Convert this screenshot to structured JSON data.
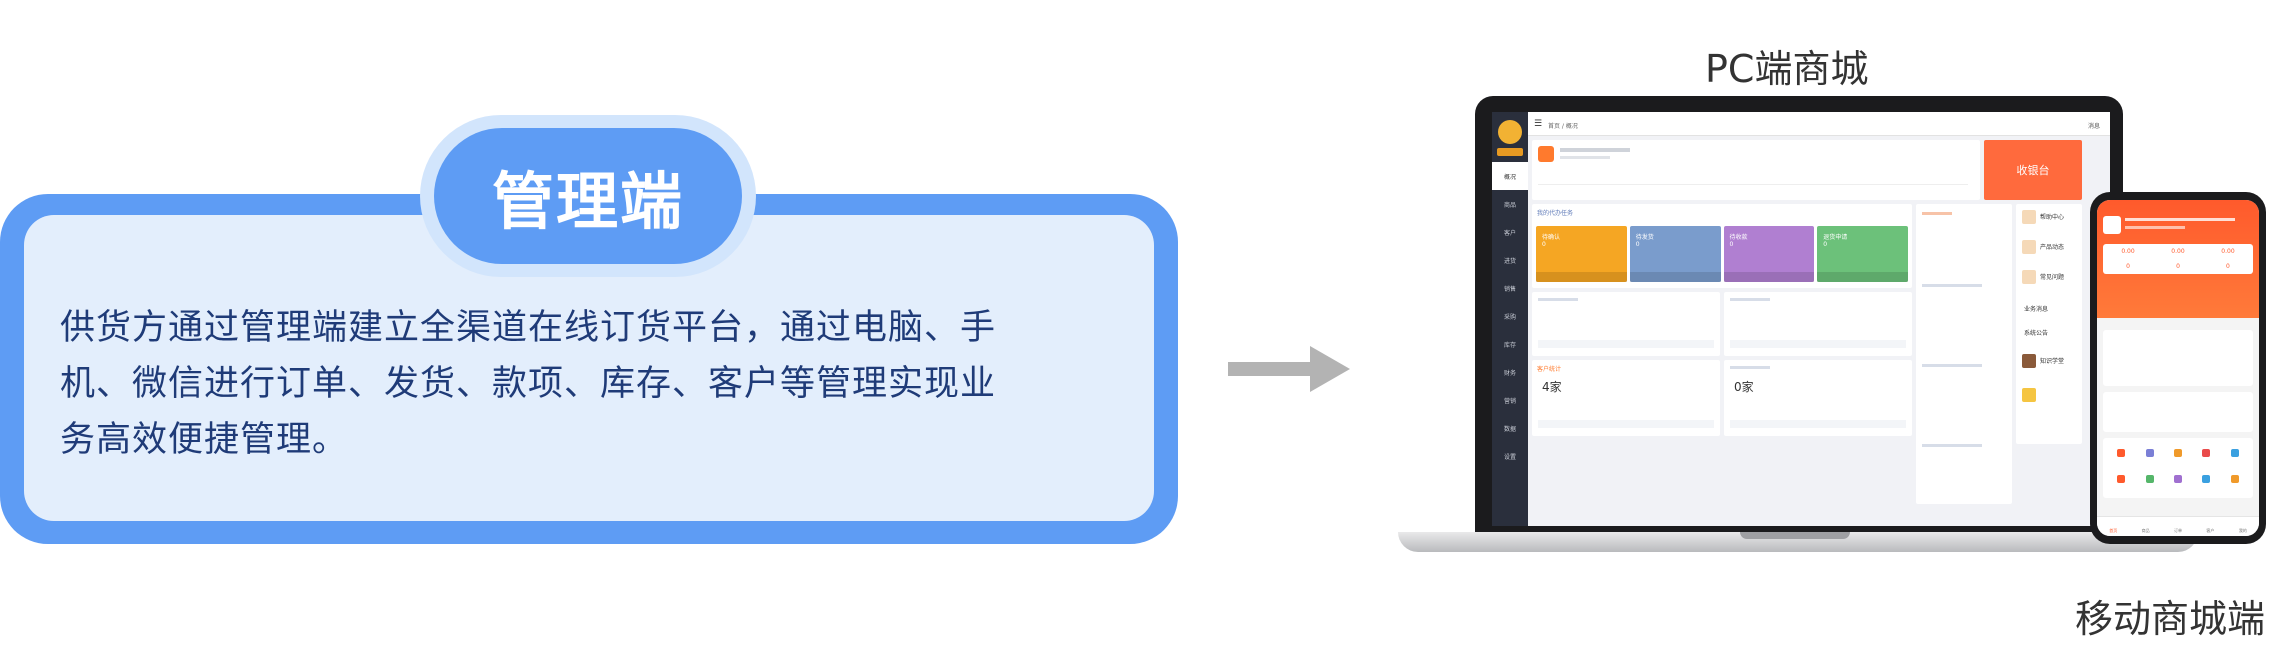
{
  "card": {
    "tag": "管理端",
    "lines": [
      "供货方通过管理端建立全渠道在线订货平台，通过电脑、手",
      "机、微信进行订单、发货、款项、库存、客户等管理实现业",
      "务高效便捷管理。"
    ]
  },
  "captions": {
    "pc": "PC端商城",
    "mobile": "移动商城端"
  },
  "colors": {
    "card_blue": "#5e9cf4",
    "card_fill": "#e3eefc",
    "desc_text": "#1f3b78",
    "arrow": "#b3b3b3",
    "cashier_orange": "#ff6a3d",
    "tile_orange": "#f5a623",
    "tile_blue": "#7a9ccc",
    "tile_purple": "#b07fd1",
    "tile_green": "#6cc17a"
  },
  "pc_screen": {
    "sidebar": [
      "概况",
      "商品",
      "客户",
      "进货",
      "销售",
      "采购",
      "库存",
      "财务",
      "营销",
      "数据",
      "设置"
    ],
    "breadcrumb": "首页 / 概况",
    "topbar_right": "消息",
    "cashier": "收银台",
    "tasks_title": "我的代办任务",
    "tiles": [
      "待确认",
      "待发货",
      "待收款",
      "退货申请"
    ],
    "tile_values": [
      "0",
      "0",
      "0",
      "0"
    ],
    "stock_title": "客户统计",
    "stock_value": "4家",
    "supplier_value": "0家",
    "right_list": [
      "帮助中心",
      "产品动态",
      "常见问题",
      "业务消息",
      "系统公告",
      "知识学堂"
    ]
  },
  "mobile_screen": {
    "stats": [
      "0.00",
      "0.00",
      "0.00",
      "0",
      "0",
      "0"
    ],
    "nav": [
      "首页",
      "商品",
      "订单",
      "客户",
      "我的"
    ],
    "nav_icon_colors": [
      "#ff5a2c",
      "#7a7fd6",
      "#f09a2a",
      "#e94b4b",
      "#3aa0e0",
      "#ff5a2c",
      "#55b66a",
      "#a070d0",
      "#3aa0e0",
      "#f09a2a"
    ]
  }
}
